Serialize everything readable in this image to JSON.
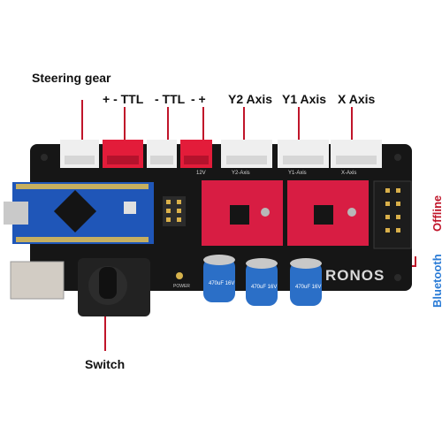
{
  "labels": {
    "steering_gear": "Steering gear",
    "ttl_plus_minus": "+ - TTL",
    "ttl_minus": "- TTL",
    "minus_plus": "- +",
    "y2_axis": "Y2 Axis",
    "y1_axis": "Y1 Axis",
    "x_axis": "X Axis",
    "offline": "Offline",
    "bluetooth": "Bluetooth",
    "switch": "Switch"
  },
  "board": {
    "brand": "RONOS",
    "power": "POWER",
    "silk_y2": "Y2-Axis",
    "silk_y1": "Y1-Axis",
    "silk_x": "X-Axis",
    "silk_12v": "12V",
    "capacitor_value": "470uF 16V"
  },
  "colors": {
    "board": "#161616",
    "connector_white": "#efefef",
    "connector_red": "#e31c3a",
    "driver_red": "#d81d43",
    "arduino_blue": "#1f56b8",
    "capacitor_blue": "#2b6fc7",
    "leader_red": "#c0152a",
    "bluetooth_blue": "#2a7bd6"
  }
}
